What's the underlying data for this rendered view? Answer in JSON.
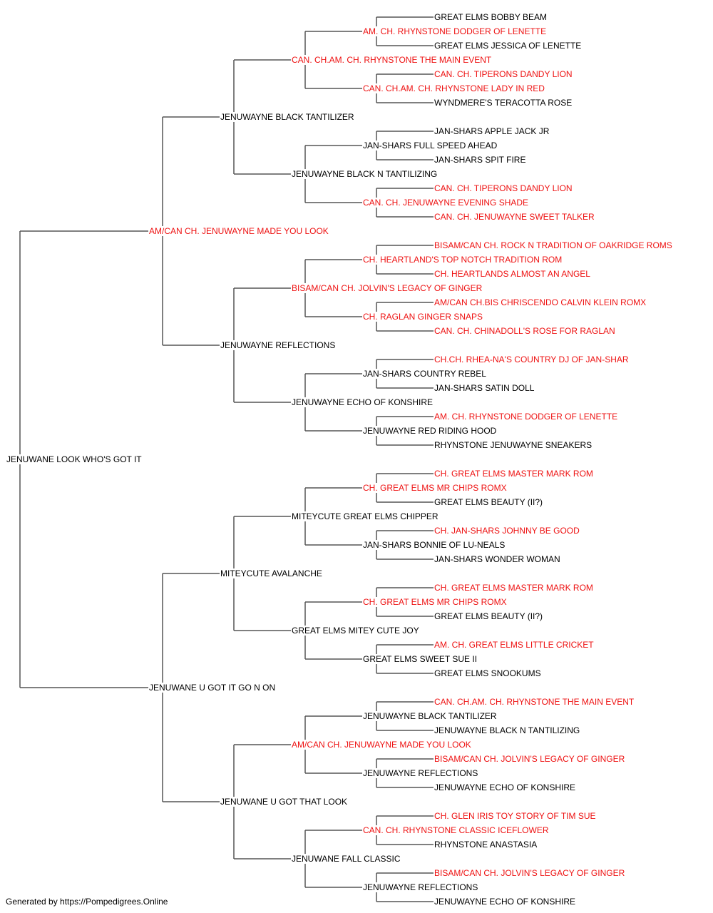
{
  "colors": {
    "champion": "#ee1111",
    "regular": "#000000",
    "connector": "#555555"
  },
  "footer": "Generated by https://Pompedigrees.Online",
  "pedigree": {
    "name": "JENUWANE LOOK WHO'S GOT IT",
    "champion": false,
    "sire": {
      "name": "AM/CAN CH. JENUWAYNE MADE YOU LOOK",
      "champion": true,
      "sire": {
        "name": "JENUWAYNE BLACK TANTILIZER",
        "champion": false,
        "sire": {
          "name": "CAN. CH.AM. CH. RHYNSTONE THE MAIN EVENT",
          "champion": true,
          "sire": {
            "name": "AM. CH. RHYNSTONE DODGER OF LENETTE",
            "champion": true,
            "sire": {
              "name": "GREAT ELMS BOBBY BEAM",
              "champion": false
            },
            "dam": {
              "name": "GREAT ELMS JESSICA OF LENETTE",
              "champion": false
            }
          },
          "dam": {
            "name": "CAN. CH.AM. CH. RHYNSTONE LADY IN RED",
            "champion": true,
            "sire": {
              "name": "CAN. CH. TIPERONS DANDY LION",
              "champion": true
            },
            "dam": {
              "name": "WYNDMERE'S TERACOTTA ROSE",
              "champion": false
            }
          }
        },
        "dam": {
          "name": "JENUWAYNE BLACK N TANTILIZING",
          "champion": false,
          "sire": {
            "name": "JAN-SHARS FULL SPEED AHEAD",
            "champion": false,
            "sire": {
              "name": "JAN-SHARS APPLE JACK JR",
              "champion": false
            },
            "dam": {
              "name": "JAN-SHARS SPIT FIRE",
              "champion": false
            }
          },
          "dam": {
            "name": "CAN. CH. JENUWAYNE EVENING SHADE",
            "champion": true,
            "sire": {
              "name": "CAN. CH. TIPERONS DANDY LION",
              "champion": true
            },
            "dam": {
              "name": "CAN. CH. JENUWAYNE SWEET TALKER",
              "champion": true
            }
          }
        }
      },
      "dam": {
        "name": "JENUWAYNE REFLECTIONS",
        "champion": false,
        "sire": {
          "name": "BISAM/CAN CH. JOLVIN'S LEGACY OF GINGER",
          "champion": true,
          "sire": {
            "name": "CH. HEARTLAND'S TOP NOTCH TRADITION ROM",
            "champion": true,
            "sire": {
              "name": "BISAM/CAN CH. ROCK N TRADITION OF OAKRIDGE ROMS",
              "champion": true
            },
            "dam": {
              "name": "CH. HEARTLANDS ALMOST AN ANGEL",
              "champion": true
            }
          },
          "dam": {
            "name": "CH. RAGLAN GINGER SNAPS",
            "champion": true,
            "sire": {
              "name": "AM/CAN CH.BIS CHRISCENDO CALVIN KLEIN ROMX",
              "champion": true
            },
            "dam": {
              "name": "CAN. CH. CHINADOLL'S ROSE FOR RAGLAN",
              "champion": true
            }
          }
        },
        "dam": {
          "name": "JENUWAYNE ECHO OF KONSHIRE",
          "champion": false,
          "sire": {
            "name": "JAN-SHARS COUNTRY REBEL",
            "champion": false,
            "sire": {
              "name": "CH.CH. RHEA-NA'S COUNTRY DJ OF JAN-SHAR",
              "champion": true
            },
            "dam": {
              "name": "JAN-SHARS SATIN DOLL",
              "champion": false
            }
          },
          "dam": {
            "name": "JENUWAYNE RED RIDING HOOD",
            "champion": false,
            "sire": {
              "name": "AM. CH. RHYNSTONE DODGER OF LENETTE",
              "champion": true
            },
            "dam": {
              "name": "RHYNSTONE JENUWAYNE SNEAKERS",
              "champion": false
            }
          }
        }
      }
    },
    "dam": {
      "name": "JENUWANE U GOT IT GO N ON",
      "champion": false,
      "sire": {
        "name": "MITEYCUTE AVALANCHE",
        "champion": false,
        "sire": {
          "name": "MITEYCUTE GREAT ELMS CHIPPER",
          "champion": false,
          "sire": {
            "name": "CH. GREAT ELMS MR CHIPS ROMX",
            "champion": true,
            "sire": {
              "name": "CH. GREAT ELMS MASTER MARK ROM",
              "champion": true
            },
            "dam": {
              "name": "GREAT ELMS BEAUTY (II?)",
              "champion": false
            }
          },
          "dam": {
            "name": "JAN-SHARS BONNIE OF LU-NEALS",
            "champion": false,
            "sire": {
              "name": "CH. JAN-SHARS JOHNNY BE GOOD",
              "champion": true
            },
            "dam": {
              "name": "JAN-SHARS WONDER WOMAN",
              "champion": false
            }
          }
        },
        "dam": {
          "name": "GREAT ELMS MITEY CUTE JOY",
          "champion": false,
          "sire": {
            "name": "CH. GREAT ELMS MR CHIPS ROMX",
            "champion": true,
            "sire": {
              "name": "CH. GREAT ELMS MASTER MARK ROM",
              "champion": true
            },
            "dam": {
              "name": "GREAT ELMS BEAUTY (II?)",
              "champion": false
            }
          },
          "dam": {
            "name": "GREAT ELMS SWEET SUE II",
            "champion": false,
            "sire": {
              "name": "AM. CH. GREAT ELMS LITTLE CRICKET",
              "champion": true
            },
            "dam": {
              "name": "GREAT ELMS SNOOKUMS",
              "champion": false
            }
          }
        }
      },
      "dam": {
        "name": "JENUWANE U GOT THAT LOOK",
        "champion": false,
        "sire": {
          "name": "AM/CAN CH. JENUWAYNE MADE YOU LOOK",
          "champion": true,
          "sire": {
            "name": "JENUWAYNE BLACK TANTILIZER",
            "champion": false,
            "sire": {
              "name": "CAN. CH.AM. CH. RHYNSTONE THE MAIN EVENT",
              "champion": true
            },
            "dam": {
              "name": "JENUWAYNE BLACK N TANTILIZING",
              "champion": false
            }
          },
          "dam": {
            "name": "JENUWAYNE REFLECTIONS",
            "champion": false,
            "sire": {
              "name": "BISAM/CAN CH. JOLVIN'S LEGACY OF GINGER",
              "champion": true
            },
            "dam": {
              "name": "JENUWAYNE ECHO OF KONSHIRE",
              "champion": false
            }
          }
        },
        "dam": {
          "name": "JENUWANE FALL CLASSIC",
          "champion": false,
          "sire": {
            "name": "CAN. CH. RHYNSTONE CLASSIC ICEFLOWER",
            "champion": true,
            "sire": {
              "name": "CH. GLEN IRIS TOY STORY OF TIM SUE",
              "champion": true
            },
            "dam": {
              "name": "RHYNSTONE ANASTASIA",
              "champion": false
            }
          },
          "dam": {
            "name": "JENUWAYNE REFLECTIONS",
            "champion": false,
            "sire": {
              "name": "BISAM/CAN CH. JOLVIN'S LEGACY OF GINGER",
              "champion": true
            },
            "dam": {
              "name": "JENUWAYNE ECHO OF KONSHIRE",
              "champion": false
            }
          }
        }
      }
    }
  }
}
